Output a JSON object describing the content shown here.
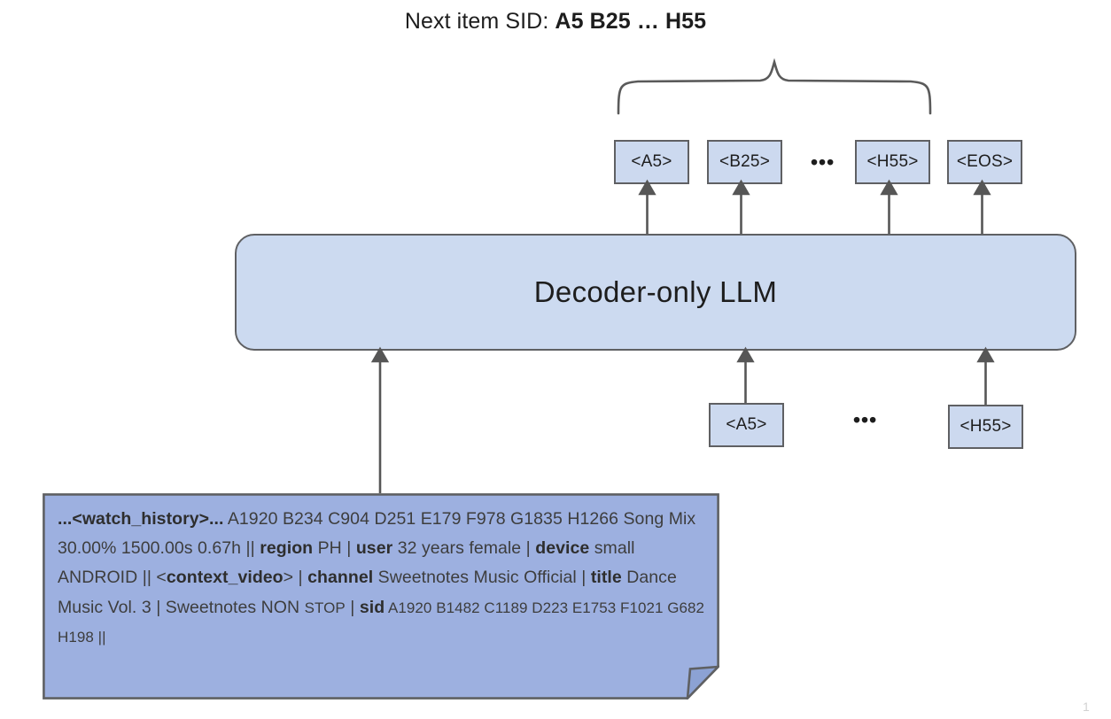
{
  "caption": {
    "lead": "Next item SID:",
    "sid": "A5 B25 … H55"
  },
  "output_tokens": [
    {
      "label": "<A5>"
    },
    {
      "label": "<B25>"
    },
    {
      "label": "<H55>"
    },
    {
      "label": "<EOS>"
    }
  ],
  "output_ellipsis": "•••",
  "model": {
    "label": "Decoder-only LLM"
  },
  "input_tokens": [
    {
      "label": "<A5>"
    },
    {
      "label": "<H55>"
    }
  ],
  "input_ellipsis": "•••",
  "prompt": {
    "segments": [
      {
        "text": "...<watch_history>...",
        "style": "bold"
      },
      {
        "text": " A1920 B234 C904 D251 E179 F978 G1835 H1266 Song Mix 30.00% 1500.00s 0.67h || ",
        "style": "normal"
      },
      {
        "text": "region",
        "style": "bold"
      },
      {
        "text": " PH | ",
        "style": "normal"
      },
      {
        "text": "user",
        "style": "bold"
      },
      {
        "text": " 32 years female | ",
        "style": "normal"
      },
      {
        "text": "device",
        "style": "bold"
      },
      {
        "text": " small ANDROID || <",
        "style": "normal"
      },
      {
        "text": "context_video",
        "style": "bold"
      },
      {
        "text": "> | ",
        "style": "normal"
      },
      {
        "text": "channel",
        "style": "bold"
      },
      {
        "text": " Sweetnotes Music Official | ",
        "style": "normal"
      },
      {
        "text": "title",
        "style": "bold"
      },
      {
        "text": " Dance Music Vol. 3 | Sweetnotes NON ",
        "style": "normal"
      },
      {
        "text": "STOP",
        "style": "small"
      },
      {
        "text": " | ",
        "style": "normal"
      },
      {
        "text": "sid",
        "style": "bold"
      },
      {
        "text": "  A1920 B1482 C1189 D223 E1753 F1021 G682 H198 ||",
        "style": "small"
      }
    ]
  },
  "page_number": "1",
  "colors": {
    "token_fill": "#ccd9ef",
    "decoder_fill": "#ccdaf0",
    "note_fill": "#9db0e0",
    "stroke": "#5f6063",
    "arrow": "#565656"
  }
}
